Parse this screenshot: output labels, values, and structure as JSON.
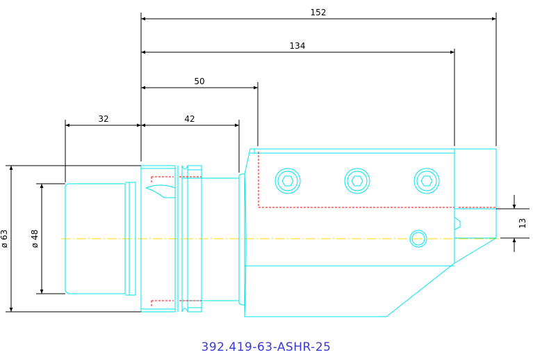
{
  "drawing": {
    "part_number": "392.419-63-ASHR-25",
    "colors": {
      "outline": "#00e5ee",
      "dimension": "#000000",
      "hidden": "#ff0000",
      "centerline": "#ffd800",
      "label": "#3a3ad6"
    },
    "dimensions": {
      "total_length": "152",
      "length_134": "134",
      "length_50": "50",
      "length_42": "42",
      "length_32": "32",
      "dia_63": "ø 63",
      "dia_48": "ø 48",
      "height_13": "13"
    }
  }
}
